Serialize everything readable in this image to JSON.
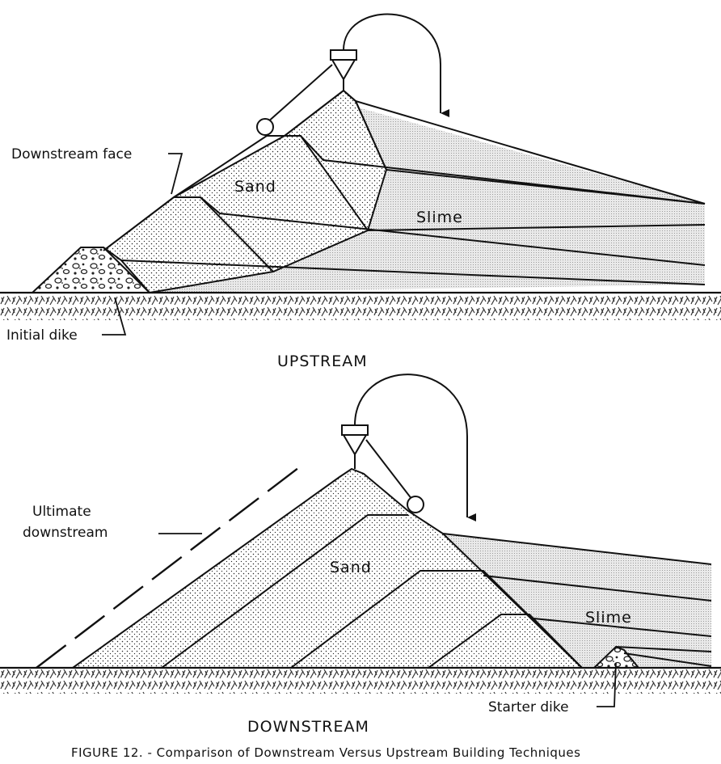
{
  "figure": {
    "caption": "FIGURE 12. - Comparison of Downstream Versus Upstream Building Techniques"
  },
  "upstream": {
    "title": "UPSTREAM",
    "labels": {
      "downstream_face": "Downstream face",
      "sand": "Sand",
      "slime": "Slime",
      "initial_dike": "Initial dike"
    }
  },
  "downstream": {
    "title": "DOWNSTREAM",
    "labels": {
      "ultimate_downstream_line1": "Ultimate",
      "ultimate_downstream_line2": "downstream",
      "sand": "Sand",
      "slime": "Slime",
      "starter_dike": "Starter dike"
    }
  }
}
